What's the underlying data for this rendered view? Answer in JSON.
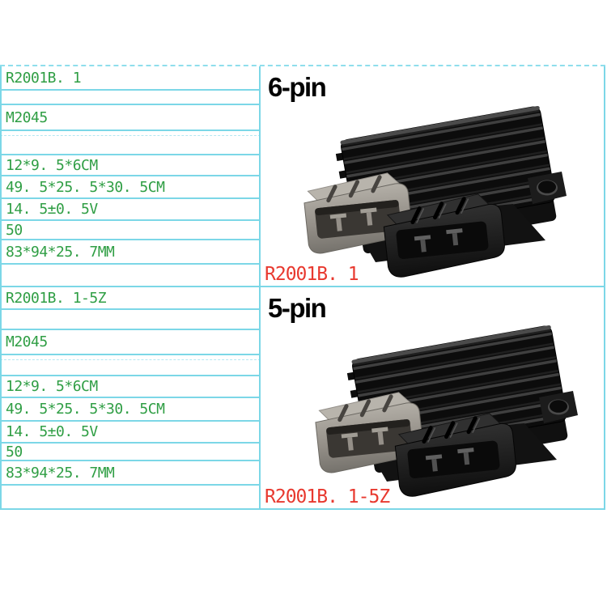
{
  "colors": {
    "table_border_cyan": "#7cd7e7",
    "spec_text_green": "#2f9e44",
    "model_text_red": "#e8392f",
    "pin_label_black": "#000000",
    "heatsink_body": "#141414",
    "grey_connector": "#aaa69e"
  },
  "spec_table": {
    "blocks": [
      {
        "rows": [
          "R2001B. 1",
          "",
          "M2045",
          "",
          "",
          "12*9. 5*6CM",
          "49. 5*25. 5*30. 5CM",
          "14. 5±0. 5V",
          "50",
          "83*94*25. 7MM",
          ""
        ]
      },
      {
        "rows": [
          "R2001B. 1-5Z",
          "",
          "M2045",
          "",
          "",
          "12*9. 5*6CM",
          "49. 5*25. 5*30. 5CM",
          "14. 5±0. 5V",
          "50",
          "83*94*25. 7MM",
          ""
        ]
      }
    ]
  },
  "products": [
    {
      "pin_label": "6-pin",
      "model_label": "R2001B. 1",
      "photo_icon": "voltage-regulator-rectifier-6pin-photo"
    },
    {
      "pin_label": "5-pin",
      "model_label": "R2001B. 1-5Z",
      "photo_icon": "voltage-regulator-rectifier-5pin-photo"
    }
  ]
}
